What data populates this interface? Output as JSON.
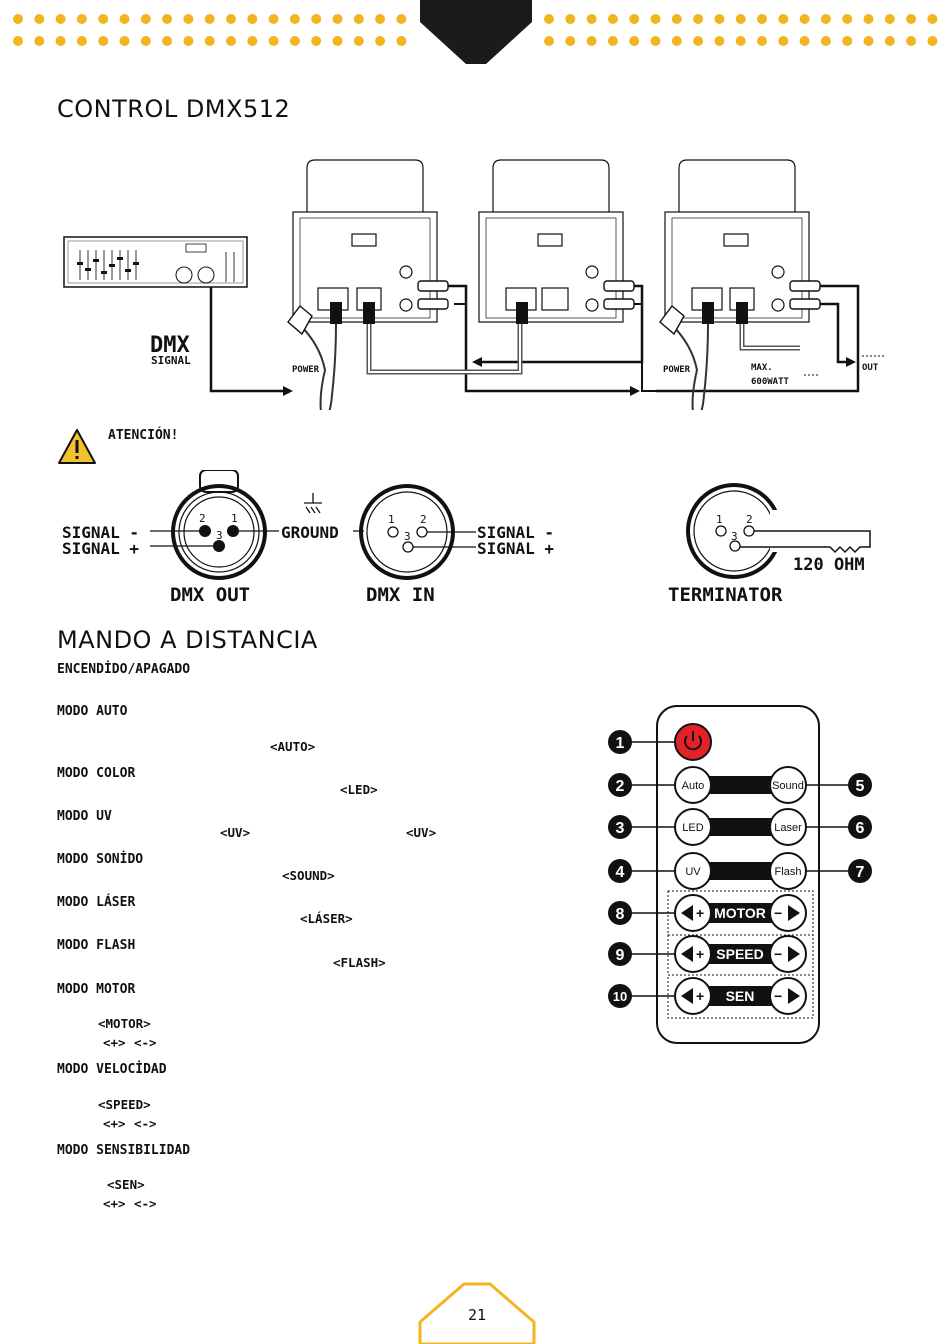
{
  "header": {
    "accent_color": "#f2b51f"
  },
  "section1": {
    "title": "CONTROL DMX512",
    "diagram": {
      "dmx_label": "DMX",
      "signal_label": "SIGNAL",
      "power1": "POWER",
      "power2": "POWER",
      "max_label": "MAX.",
      "watt_label": "600WATT",
      "out_label": "OUT"
    },
    "warning": "ATENCIÓN!",
    "connectors": {
      "signal_minus_left": "SIGNAL -",
      "signal_plus_left": "SIGNAL +",
      "ground": "GROUND",
      "signal_minus_right": "SIGNAL -",
      "signal_plus_right": "SIGNAL +",
      "dmx_out": "DMX OUT",
      "dmx_in": "DMX IN",
      "terminator": "TERMINATOR",
      "resistor": "120 OHM",
      "pin1": "1",
      "pin2": "2",
      "pin3": "3"
    }
  },
  "section2": {
    "title": "MANDO A DISTANCIA",
    "modes": [
      {
        "heading": "ENCENDİDO/APAGADO"
      },
      {
        "heading": "MODO AUTO",
        "tags": [
          "<AUTO>"
        ]
      },
      {
        "heading": "MODO COLOR",
        "tags": [
          "<LED>"
        ]
      },
      {
        "heading": "MODO UV",
        "tags": [
          "<UV>",
          "<UV>"
        ]
      },
      {
        "heading": "MODO SONİDO",
        "tags": [
          "<SOUND>"
        ]
      },
      {
        "heading": "MODO LÁSER",
        "tags": [
          "<LÁSER>"
        ]
      },
      {
        "heading": "MODO FLASH",
        "tags": [
          "<FLASH>"
        ]
      },
      {
        "heading": "MODO MOTOR",
        "tags": [
          "<MOTOR>",
          "<+>",
          "<->"
        ]
      },
      {
        "heading": "MODO VELOCİDAD",
        "tags": [
          "<SPEED>",
          "<+>",
          "<->"
        ]
      },
      {
        "heading": "MODO SENSIBILIDAD",
        "tags": [
          "<SEN>",
          "<+>",
          "<->"
        ]
      }
    ],
    "remote": {
      "buttons": {
        "auto": "Auto",
        "sound": "Sound",
        "led": "LED",
        "laser": "Laser",
        "uv": "UV",
        "flash": "Flash",
        "motor": "MOTOR",
        "speed": "SPEED",
        "sen": "SEN",
        "plus": "+",
        "minus": "−"
      },
      "callouts": [
        "1",
        "2",
        "3",
        "4",
        "5",
        "6",
        "7",
        "8",
        "9",
        "10"
      ],
      "power_color": "#e32227"
    }
  },
  "footer": {
    "page_number": "21"
  }
}
